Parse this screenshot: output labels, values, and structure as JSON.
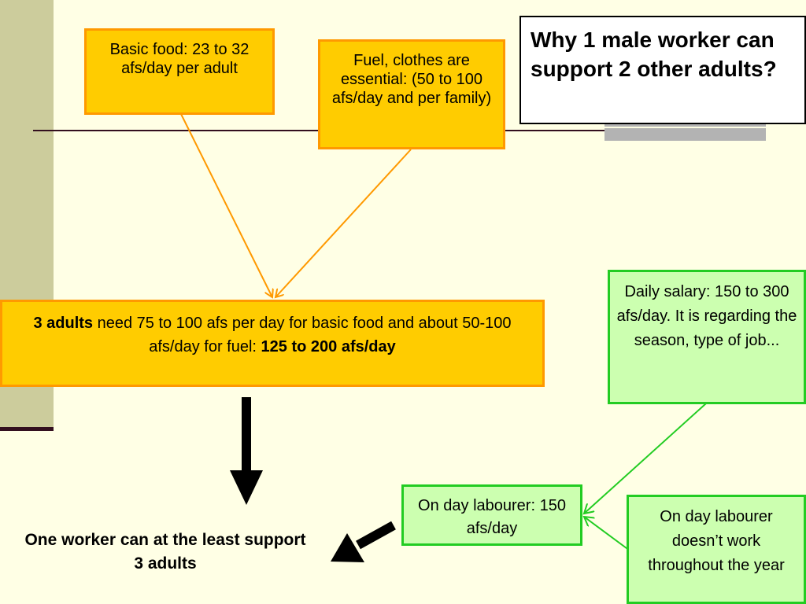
{
  "title": "Why 1 male worker can support 2 other adults?",
  "boxes": {
    "basic_food": "Basic food: 23 to 32 afs/day per adult",
    "fuel_clothes": "Fuel, clothes are essential: (50 to 100 afs/day and per family)",
    "three_adults": {
      "bold_lead": "3 adults",
      "middle": " need 75 to 100 afs per day for basic food and about 50-100 afs/day for fuel: ",
      "bold_tail": "125 to 200 afs/day"
    },
    "daily_salary": "Daily salary: 150 to 300 afs/day. It is regarding the season, type of job...",
    "day_labourer": "On day labourer: 150 afs/day",
    "not_working": "On day labourer doesn’t work throughout the year"
  },
  "conclusion": "One worker can at the least support 3 adults",
  "colors": {
    "background": "#ffffe5",
    "orange_fill": "#ffcc00",
    "orange_border": "#ff9900",
    "green_fill": "#ccffb0",
    "green_border": "#22cc22"
  }
}
